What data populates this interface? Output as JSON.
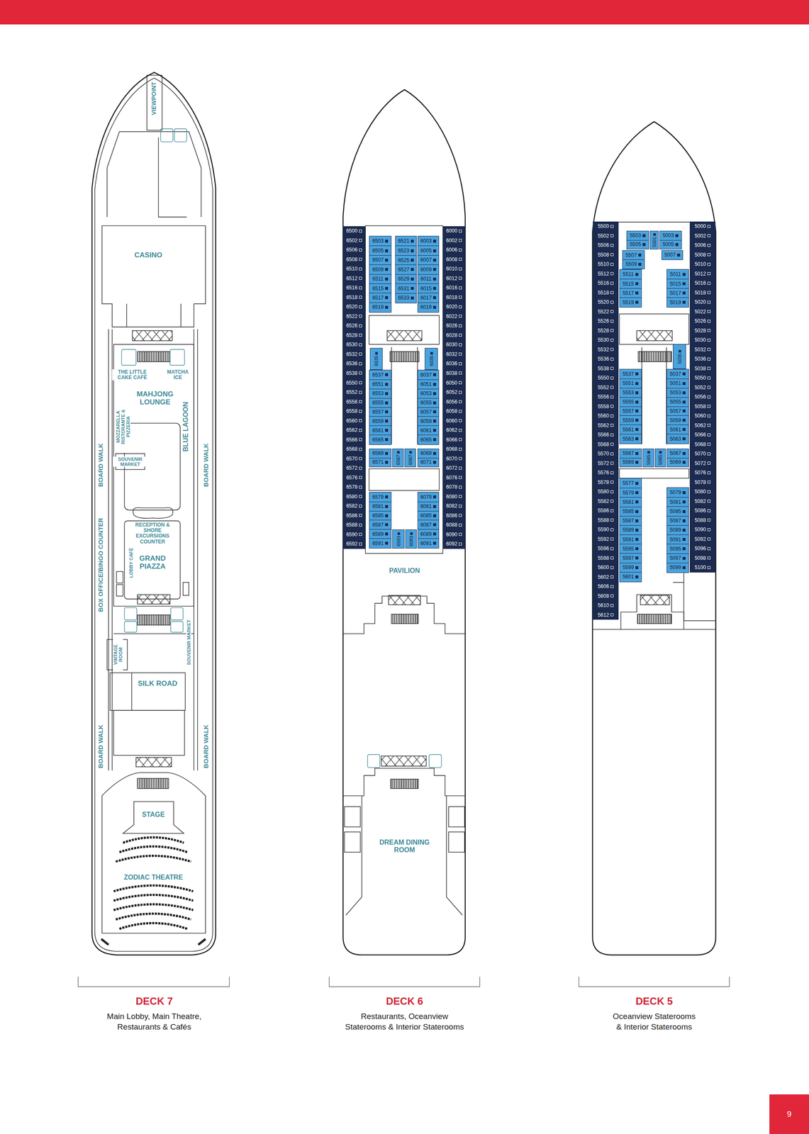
{
  "diagram": {
    "nodes": [
      {
        "text": [
          "DECK 7",
          "Main Lobby, Main Theatre, Restaurants & Cafés"
        ]
      },
      {
        "text": [
          "DECK 6",
          "Restaurants, Oceanview Staterooms & Interior Staterooms"
        ]
      },
      {
        "text": [
          "6500",
          "6502",
          "6506",
          "6508",
          "6510",
          "6512",
          "6516",
          "6518",
          "6520",
          "6522",
          "6526",
          "6528",
          "6530",
          "6532",
          "6536",
          "6538",
          "6550",
          "6552",
          "6556",
          "6558",
          "6560",
          "6562",
          "6566",
          "6568",
          "6570",
          "6572",
          "6576",
          "6578",
          "6580",
          "6582",
          "6586",
          "6588",
          "6590",
          "6592"
        ],
        "in": 1
      },
      {
        "text": [
          "6503",
          "6505",
          "6507",
          "6509",
          "6511",
          "6515",
          "6517",
          "6519"
        ],
        "in": 1
      },
      {
        "text": [
          "6521",
          "6523",
          "6525",
          "6527",
          "6529",
          "6531",
          "6533"
        ],
        "in": 1
      },
      {
        "text": [
          "6003",
          "6005",
          "6007",
          "6009",
          "6011",
          "6015",
          "6017",
          "6019"
        ],
        "in": 1
      },
      {
        "text": [
          "6535"
        ],
        "in": 1
      },
      {
        "text": [
          "6035"
        ],
        "in": 1
      },
      {
        "text": [
          "6537",
          "6551",
          "6553",
          "6555",
          "6557",
          "6559",
          "6561",
          "6565"
        ],
        "in": 1
      },
      {
        "text": [
          "6037",
          "6051",
          "6053",
          "6055",
          "6057",
          "6059",
          "6061",
          "6065"
        ],
        "in": 1
      },
      {
        "text": [
          "6569",
          "6571"
        ],
        "in": 1
      },
      {
        "text": [
          "6567"
        ],
        "in": 1
      },
      {
        "text": [
          "6067"
        ],
        "in": 1
      },
      {
        "text": [
          "6069",
          "6071"
        ],
        "in": 1
      },
      {
        "text": [
          "6579",
          "6581",
          "6585",
          "6587",
          "6589",
          "6591"
        ],
        "in": 1
      },
      {
        "text": [
          "6593"
        ],
        "in": 1
      },
      {
        "text": [
          "6093"
        ],
        "in": 1
      },
      {
        "text": [
          "6079",
          "6081",
          "6085",
          "6087",
          "6089",
          "6091"
        ],
        "in": 1
      },
      {
        "text": [
          "6000",
          "6002",
          "6006",
          "6008",
          "6010",
          "6012",
          "6016",
          "6018",
          "6020",
          "6022",
          "6026",
          "6028",
          "6030",
          "6032",
          "6036",
          "6038",
          "6050",
          "6052",
          "6056",
          "6058",
          "6060",
          "6062",
          "6066",
          "6068",
          "6070",
          "6072",
          "6076",
          "6078",
          "6080",
          "6082",
          "6086",
          "6088",
          "6090",
          "6092"
        ],
        "in": 1
      },
      {
        "text": [
          "DECK 5",
          "Oceanview Staterooms & Interior Staterooms"
        ]
      },
      {
        "text": [
          "5500",
          "5502",
          "5506",
          "5508",
          "5510",
          "5512",
          "5516",
          "5518",
          "5520",
          "5522",
          "5526",
          "5528",
          "5530",
          "5532",
          "5536",
          "5538",
          "5550",
          "5552",
          "5556",
          "5558",
          "5560",
          "5562",
          "5566",
          "5568",
          "5570",
          "5572",
          "5576",
          "5578",
          "5580",
          "5582",
          "5586",
          "5588",
          "5590",
          "5592",
          "5596",
          "5598",
          "5600",
          "5602",
          "5606",
          "5608",
          "5610",
          "5612"
        ],
        "in": 19
      },
      {
        "text": [
          "5503",
          "5505"
        ],
        "in": 19
      },
      {
        "text": [
          "5501"
        ],
        "in": 19
      },
      {
        "text": [
          "5003",
          "5005"
        ],
        "in": 19
      },
      {
        "text": [
          "5507",
          "5509"
        ],
        "in": 19
      },
      {
        "text": [
          "5007"
        ],
        "in": 19
      },
      {
        "text": [
          "5511",
          "5515",
          "5517",
          "5519"
        ],
        "in": 19
      },
      {
        "text": [
          "5011",
          "5015",
          "5017",
          "5019"
        ],
        "in": 19
      },
      {
        "text": [
          "5035"
        ],
        "in": 19
      },
      {
        "text": [
          "5537",
          "5551",
          "5553",
          "5555",
          "5557",
          "5559",
          "5561",
          "5563"
        ],
        "in": 19
      },
      {
        "text": [
          "5037",
          "5051",
          "5053",
          "5055",
          "5057",
          "5059",
          "5061",
          "5063"
        ],
        "in": 19
      },
      {
        "text": [
          "5567",
          "5569"
        ],
        "in": 19
      },
      {
        "text": [
          "5565"
        ],
        "in": 19
      },
      {
        "text": [
          "5065"
        ],
        "in": 19
      },
      {
        "text": [
          "5067",
          "5069"
        ],
        "in": 19
      },
      {
        "text": [
          "5577",
          "5579",
          "5581",
          "5585",
          "5587",
          "5589",
          "5591",
          "5595",
          "5597",
          "5599",
          "5601"
        ],
        "in": 19
      },
      {
        "text": [
          "5079",
          "5081",
          "5085",
          "5087",
          "5089",
          "5091",
          "5095",
          "5097",
          "5099"
        ],
        "in": 19
      },
      {
        "text": [
          "5000",
          "5002",
          "5006",
          "5008",
          "5010",
          "5012",
          "5016",
          "5018",
          "5020",
          "5022",
          "5026",
          "5028",
          "5030",
          "5032",
          "5036",
          "5038",
          "5050",
          "5052",
          "5056",
          "5058",
          "5060",
          "5062",
          "5066",
          "5068",
          "5070",
          "5072",
          "5076",
          "5078",
          "5080",
          "5082",
          "5086",
          "5088",
          "5090",
          "5092",
          "5096",
          "5098",
          "5100"
        ],
        "in": 19
      },
      {
        "text": [
          "9"
        ]
      }
    ],
    "labels": [
      "VIEWPOINT",
      "CASINO",
      "THE LITTLE CAKE CAFÉ",
      "MATCHA ICE",
      "MAHJONG LOUNGE",
      "MOZZARELLA RISTORANTE & PIZZERIA",
      "BLUE LAGOON",
      "SOUVENIR MARKET",
      "BOARD WALK",
      "BOARD WALK",
      "RECEPTION & SHORE EXCURSIONS COUNTER",
      "LOBBY CAFÉ",
      "GRAND PIAZZA",
      "BOX OFFICE/BINGO COUNTER",
      "VINTAGE ROOM",
      "SOUVENIR MARKET",
      "SILK ROAD",
      "BOARD WALK",
      "BOARD WALK",
      "STAGE",
      "ZODIAC THEATRE",
      "PAVILION",
      "DREAM DINING ROOM"
    ]
  }
}
